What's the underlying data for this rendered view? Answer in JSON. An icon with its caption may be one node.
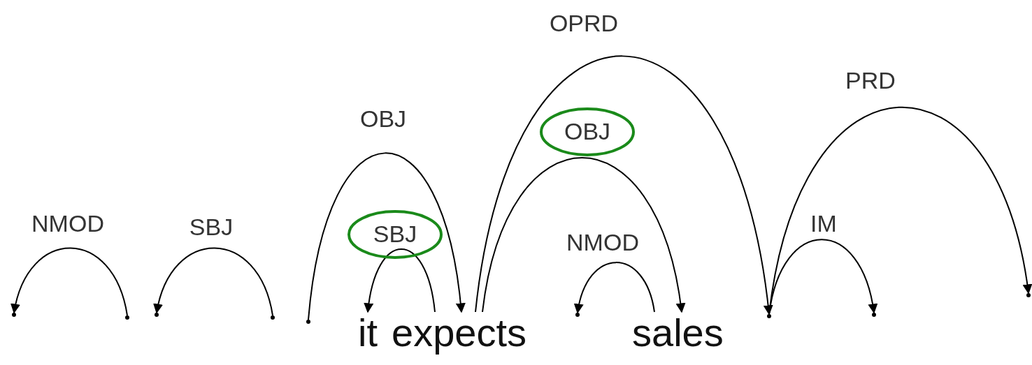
{
  "diagram": {
    "nodes": [
      {
        "text": [],
        "shape": "point"
      },
      {
        "text": [],
        "shape": "point"
      },
      {
        "text": [],
        "shape": "point"
      },
      {
        "text": [],
        "shape": "point"
      },
      {
        "text": [],
        "shape": "point"
      },
      {
        "text": [
          "it"
        ]
      },
      {
        "text": [
          "expects"
        ]
      },
      {
        "text": [],
        "shape": "point"
      },
      {
        "text": [
          "sales"
        ]
      },
      {
        "text": [],
        "shape": "point"
      },
      {
        "text": [],
        "shape": "point"
      },
      {
        "text": [],
        "shape": "point"
      }
    ],
    "edges": [
      {
        "from": 1,
        "to": 0,
        "arrow": "to",
        "label": "NMOD"
      },
      {
        "from": 3,
        "to": 2,
        "arrow": "to",
        "label": "SBJ"
      },
      {
        "from": 4,
        "to": 6,
        "arrow": "to",
        "label": "OBJ"
      },
      {
        "from": 6,
        "to": 5,
        "arrow": "to",
        "label": "SBJ"
      },
      {
        "from": 6,
        "to": 9,
        "arrow": "to",
        "label": "OPRD"
      },
      {
        "from": 6,
        "to": 8,
        "arrow": "to",
        "label": "OBJ"
      },
      {
        "from": 8,
        "to": 7,
        "arrow": "to",
        "label": "NMOD"
      },
      {
        "from": 9,
        "to": 11,
        "arrow": "to",
        "label": "PRD"
      },
      {
        "from": 9,
        "to": 10,
        "arrow": "to",
        "label": "IM"
      }
    ]
  }
}
